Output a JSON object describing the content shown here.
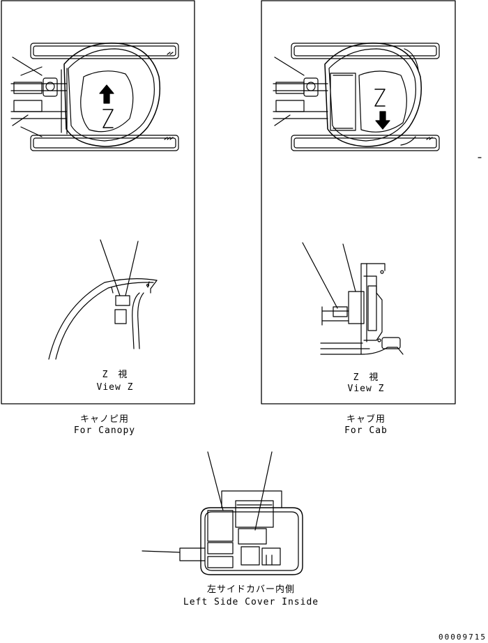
{
  "panels": {
    "canopy": {
      "view_jp": "Z　視",
      "view_en": "View Z",
      "caption_jp": "キャノピ用",
      "caption_en": "For Canopy",
      "marker": "Z"
    },
    "cab": {
      "view_jp": "Z　視",
      "view_en": "View Z",
      "caption_jp": "キャブ用",
      "caption_en": "For Cab",
      "marker": "Z"
    }
  },
  "side_cover": {
    "caption_jp": "左サイドカバー内側",
    "caption_en": "Left Side Cover Inside"
  },
  "drawing_number": "00009715"
}
